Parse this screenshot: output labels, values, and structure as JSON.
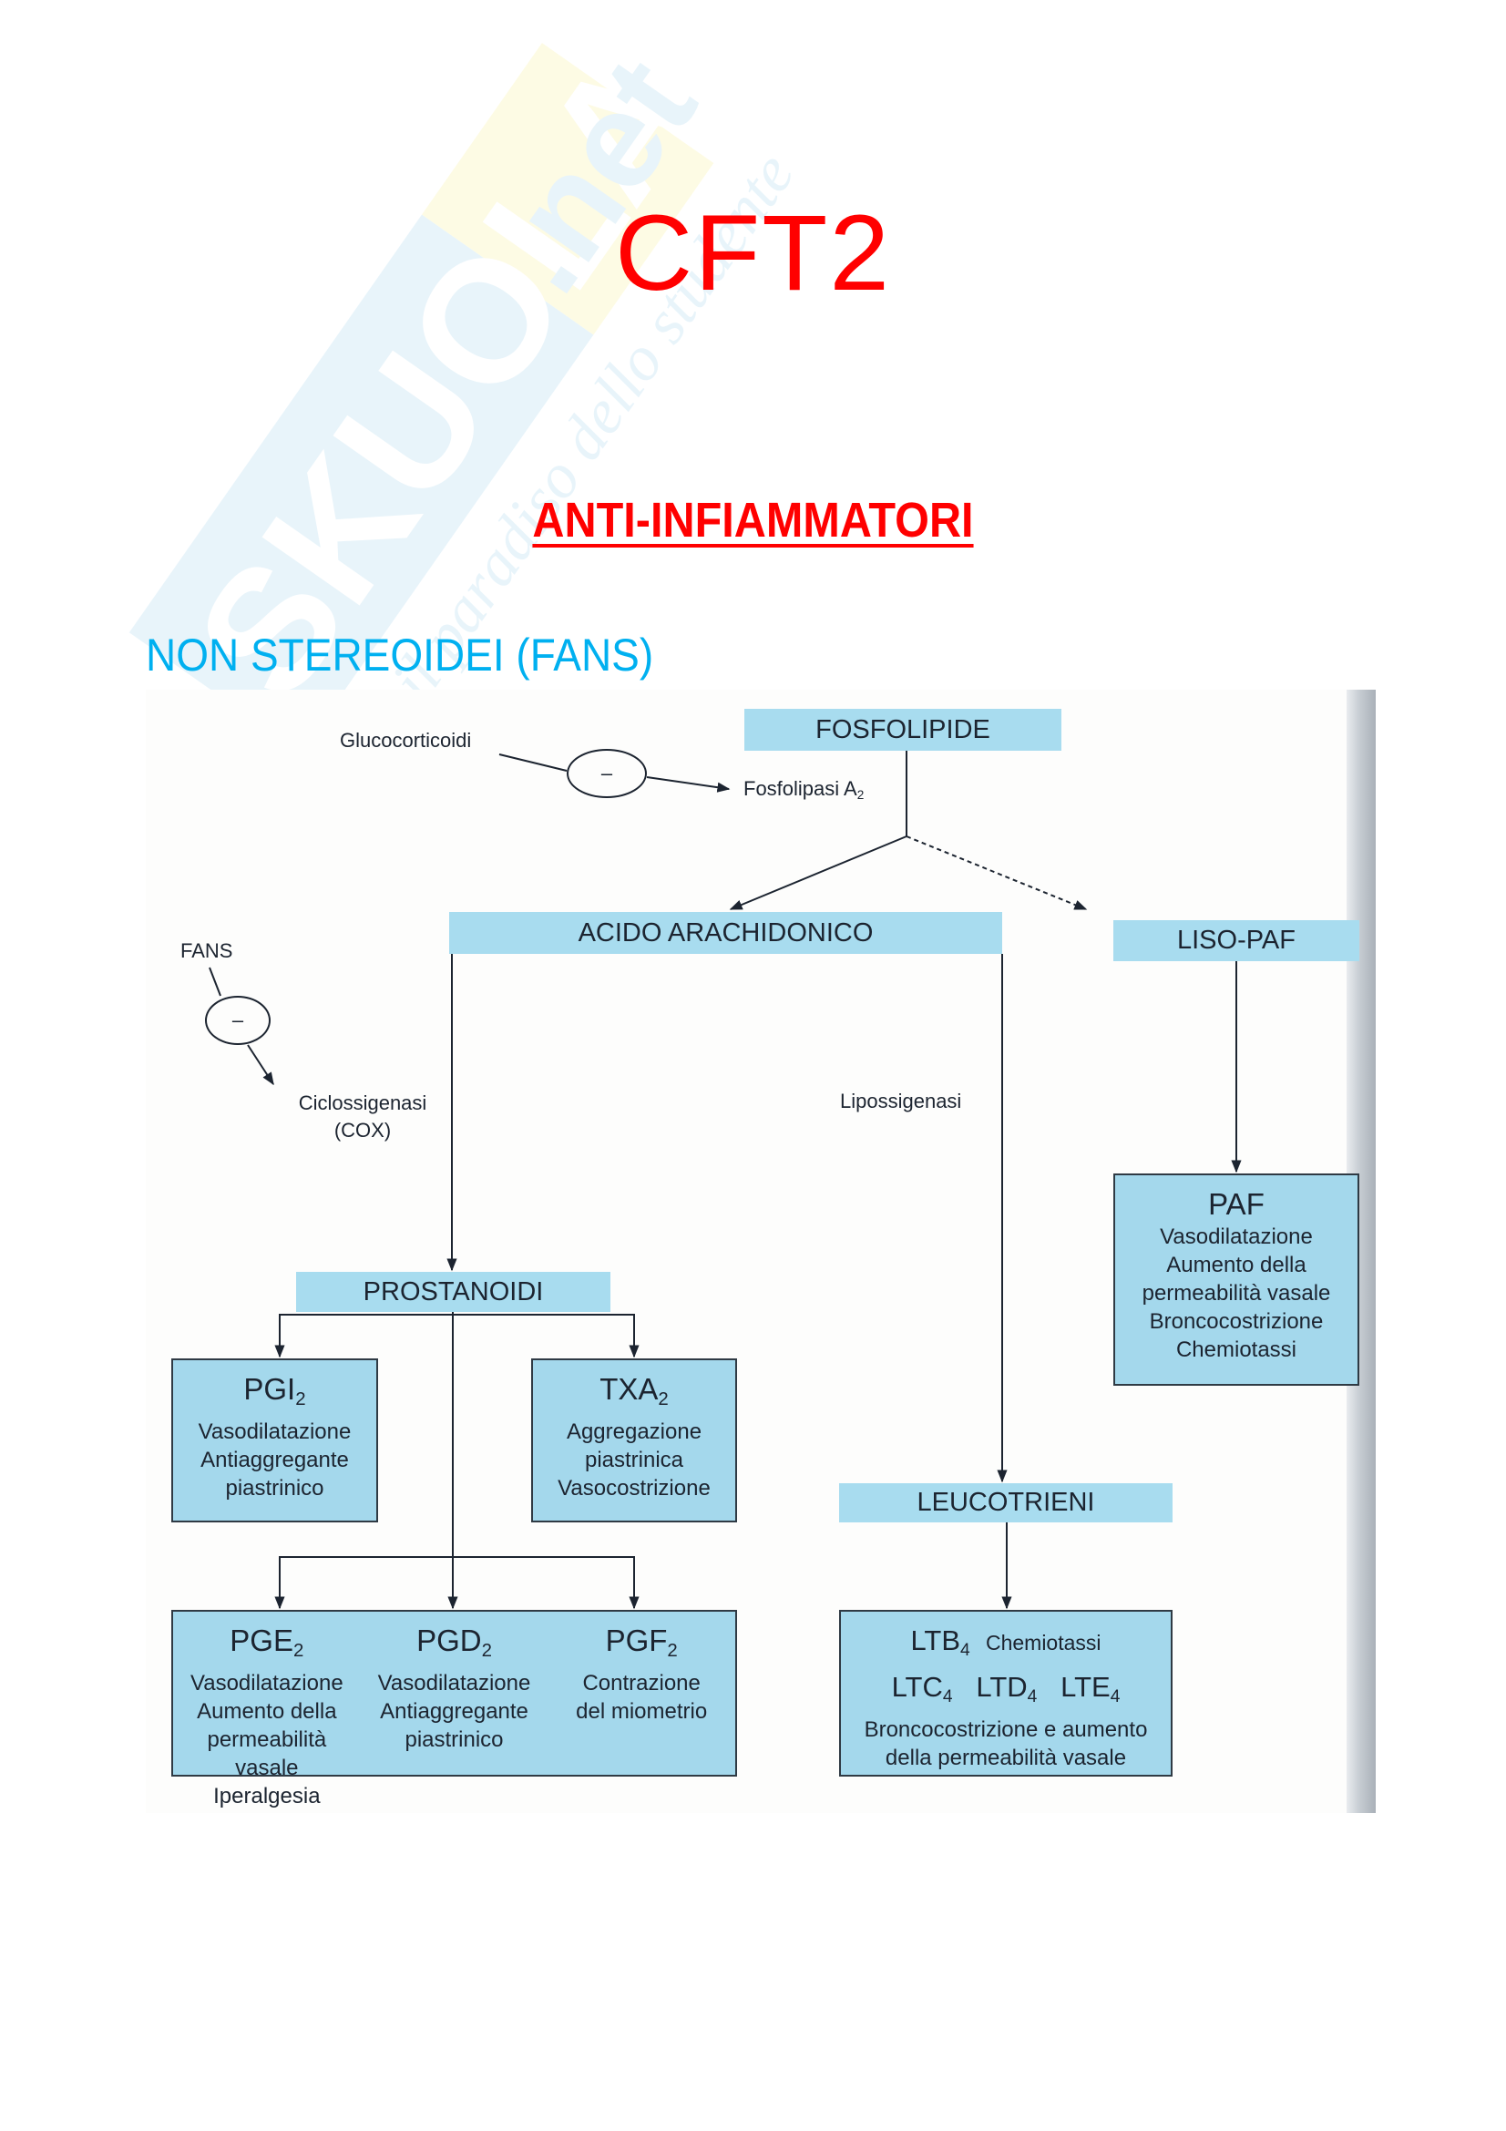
{
  "watermark": {
    "brand": "SKUOLA",
    "tld": ".net",
    "tagline": "il paradiso dello studente"
  },
  "document": {
    "title": "CFT2",
    "subtitle": "ANTI-INFIAMMATORI",
    "section": "NON STEREOIDEI (FANS)"
  },
  "colors": {
    "title": "#ff0000",
    "section": "#00b0f0",
    "box_fill": "#a8dcef"
  },
  "diagram": {
    "fosfolipide": "FOSFOLIPIDE",
    "glucocorticoidi": "Glucocorticoidi",
    "inhibit_symbol": "–",
    "fosfolipasi": "Fosfolipasi A",
    "fosfolipasi_sub": "2",
    "acido": "ACIDO ARACHIDONICO",
    "liso_paf": "LISO-PAF",
    "fans": "FANS",
    "cox_line1": "Ciclossigenasi",
    "cox_line2": "(COX)",
    "lipossigenasi": "Lipossigenasi",
    "prostanoidi": "PROSTANOIDI",
    "leucotrieni": "LEUCOTRIENI",
    "pgi2": {
      "name": "PGI",
      "sub": "2",
      "lines": [
        "Vasodilatazione",
        "Antiaggregante",
        "piastrinico"
      ]
    },
    "txa2": {
      "name": "TXA",
      "sub": "2",
      "lines": [
        "Aggregazione",
        "piastrinica",
        "Vasocostrizione"
      ]
    },
    "pge2": {
      "name": "PGE",
      "sub": "2",
      "lines": [
        "Vasodilatazione",
        "Aumento della",
        "permeabilità vasale",
        "Iperalgesia"
      ]
    },
    "pgd2": {
      "name": "PGD",
      "sub": "2",
      "lines": [
        "Vasodilatazione",
        "Antiaggregante",
        "piastrinico"
      ]
    },
    "pgf2": {
      "name": "PGF",
      "sub": "2",
      "lines": [
        "Contrazione",
        "del miometrio"
      ]
    },
    "paf": {
      "name": "PAF",
      "lines": [
        "Vasodilatazione",
        "Aumento della",
        "permeabilità vasale",
        "Broncocostrizione",
        "Chemiotassi"
      ]
    },
    "leuco_box": {
      "ltb": "LTB",
      "ltb_sub": "4",
      "ltb_effect": "Chemiotassi",
      "ltc": "LTC",
      "ltd": "LTD",
      "lte": "LTE",
      "sub": "4",
      "lines": [
        "Broncocostrizione e aumento",
        "della permeabilità vasale"
      ]
    }
  }
}
